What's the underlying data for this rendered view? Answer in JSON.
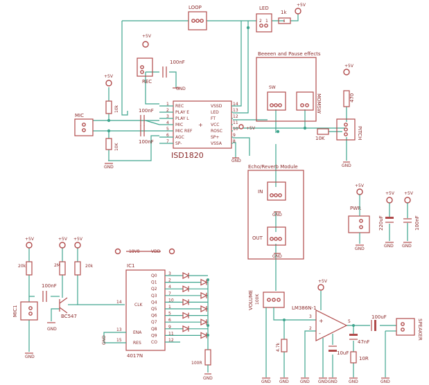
{
  "chips": {
    "isd": {
      "name": "ISD1820",
      "left_pins": [
        {
          "num": "1",
          "label": "REC"
        },
        {
          "num": "2",
          "label": "PLAY_E"
        },
        {
          "num": "3",
          "label": "PLAY_L"
        },
        {
          "num": "4",
          "label": "MIC"
        },
        {
          "num": "5",
          "label": "MIC_REF"
        },
        {
          "num": "6",
          "label": "AGC"
        },
        {
          "num": "7",
          "label": "SP-"
        }
      ],
      "right_pins": [
        {
          "num": "14",
          "label": "VSSD"
        },
        {
          "num": "13",
          "label": "LED"
        },
        {
          "num": "12",
          "label": "FT"
        },
        {
          "num": "11",
          "label": "VCC"
        },
        {
          "num": "10",
          "label": "ROSC"
        },
        {
          "num": "9",
          "label": "SP+"
        },
        {
          "num": "8",
          "label": "VSSA"
        }
      ]
    },
    "ic1": {
      "name": "IC1",
      "part": "4017N",
      "outputs": [
        {
          "num": "3",
          "label": "Q0"
        },
        {
          "num": "2",
          "label": "Q1"
        },
        {
          "num": "4",
          "label": "Q2"
        },
        {
          "num": "7",
          "label": "Q3"
        },
        {
          "num": "10",
          "label": "Q4"
        },
        {
          "num": "1",
          "label": "Q5"
        },
        {
          "num": "5",
          "label": "Q6"
        },
        {
          "num": "6",
          "label": "Q7"
        },
        {
          "num": "9",
          "label": "Q8"
        },
        {
          "num": "11",
          "label": "Q9"
        },
        {
          "num": "12",
          "label": "CO"
        }
      ],
      "clk_pin": "14",
      "clk_label": "CLK",
      "ena_pin": "13",
      "ena_label": "ENA",
      "res_pin": "15",
      "res_label": "RES"
    },
    "amp": {
      "name": "LM386N-1",
      "pin_plus": "3",
      "pin_minus": "2",
      "pin_out": "5"
    }
  },
  "labels": {
    "loop": "LOOP",
    "led": "LED",
    "r1k": "1k",
    "plus5v": "+5V",
    "rec": "REC",
    "c100nf_top": "100nF",
    "gnd": "GND",
    "effects_title": "Beeeen and Pause effects",
    "sw": "SW",
    "momsw": "MOMSW",
    "r470": "470",
    "mic": "MIC",
    "r10k_a": "10k",
    "r10k_b": "10K",
    "c100nf_a": "100nF",
    "c100nf_b": "100nF",
    "r10k_pitch": "10K",
    "pitch": "PITCH",
    "echo_title": "Echo/Reverb Module",
    "in": "IN",
    "out": "OUT",
    "pwr": "PWR",
    "c220uf": "220uF",
    "c100nf_pwr": "100nF",
    "vcc_net": "18V8",
    "vdd_net": "VDD",
    "mic1": "MIC1",
    "r20k_a": "20k",
    "r2m": "2M",
    "r20k_b": "20k",
    "c100nf_mic": "100nF",
    "bc547": "BC547",
    "gnd_small": "GND",
    "volume": "VOLUME",
    "r100k": "100K",
    "r47k": "4.7k",
    "c10uf": "10uF",
    "c47nf": "47nF",
    "r10r": "10R",
    "c100uf": "100uF",
    "speaker": "SPEAKER",
    "r100r": "100R",
    "pin1": "1",
    "pin2": "2",
    "pin3": "3"
  },
  "colors": {
    "wire": "#3ea58e",
    "part": "#b04a4a",
    "text": "#8a2a2a"
  }
}
